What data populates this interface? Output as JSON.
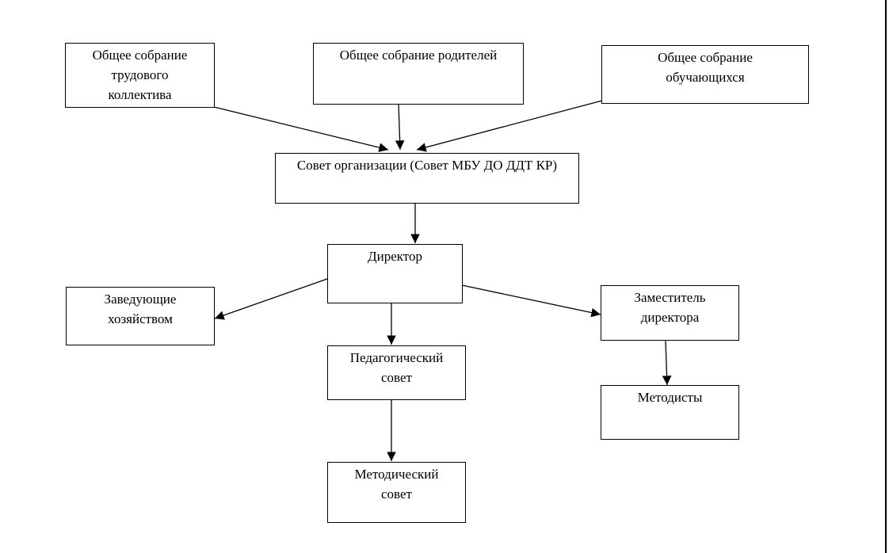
{
  "nodes": {
    "general_staff": "Общее собрание\nтрудового\nколлектива",
    "general_parents": "Общее собрание родителей",
    "general_students": "Общее собрание\nобучающихся",
    "org_council": "Совет организации (Совет МБУ ДО ДДТ КР)",
    "director": "Директор",
    "household_heads": "Заведующие\nхозяйством",
    "deputy_director": "Заместитель\nдиректора",
    "pedagogical_council": "Педагогический\nсовет",
    "methodologists": "Методисты",
    "methodical_council": "Методический\nсовет"
  },
  "edges": [
    [
      "general_staff",
      "org_council"
    ],
    [
      "general_parents",
      "org_council"
    ],
    [
      "general_students",
      "org_council"
    ],
    [
      "org_council",
      "director"
    ],
    [
      "director",
      "household_heads"
    ],
    [
      "director",
      "deputy_director"
    ],
    [
      "director",
      "pedagogical_council"
    ],
    [
      "deputy_director",
      "methodologists"
    ],
    [
      "pedagogical_council",
      "methodical_council"
    ]
  ]
}
